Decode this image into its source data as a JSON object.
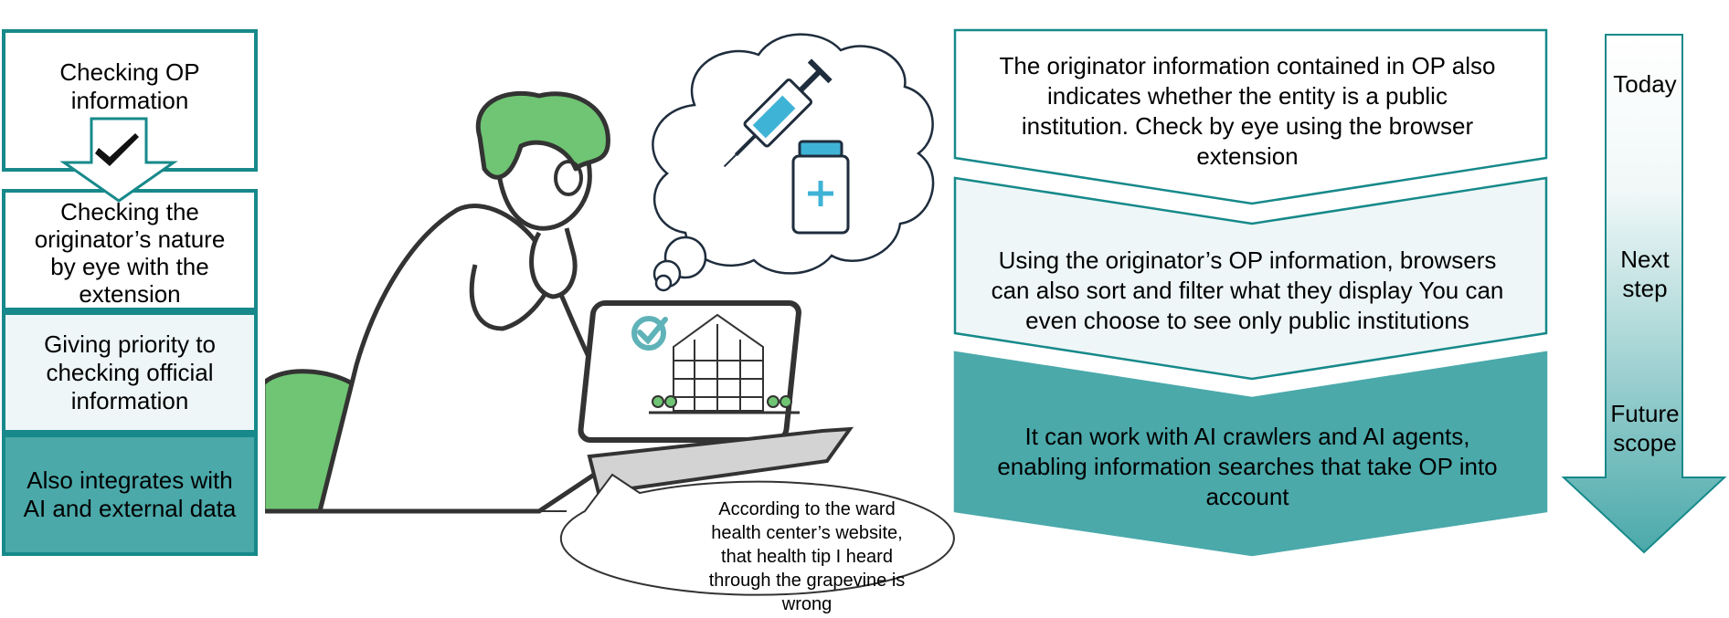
{
  "left_column": {
    "items": [
      {
        "label": "Checking OP information"
      },
      {
        "label": "Checking the originator’s nature by eye with the extension"
      },
      {
        "label": "Giving priority to checking official information"
      },
      {
        "label": "Also integrates with AI and external data"
      }
    ]
  },
  "illustration": {
    "speech_bubble": "According to the ward health center’s website, that health tip I heard through the grapevine is wrong"
  },
  "steps": [
    {
      "text": "The originator information contained in OP also indicates whether the entity is a public institution. Check by eye using the browser extension"
    },
    {
      "text": "Using the originator’s OP information, browsers can also sort and filter what they display You can even choose to see only public institutions"
    },
    {
      "text": "It can work with AI crawlers and AI agents, enabling information searches that take OP into account"
    }
  ],
  "timeline": {
    "labels": [
      "Today",
      "Next step",
      "Future scope"
    ]
  },
  "colors": {
    "teal_border": "#17898a",
    "teal_fill": "#4ba9aa",
    "pale_fill": "#eef6f7",
    "green": "#6fc573",
    "dark": "#333333"
  }
}
